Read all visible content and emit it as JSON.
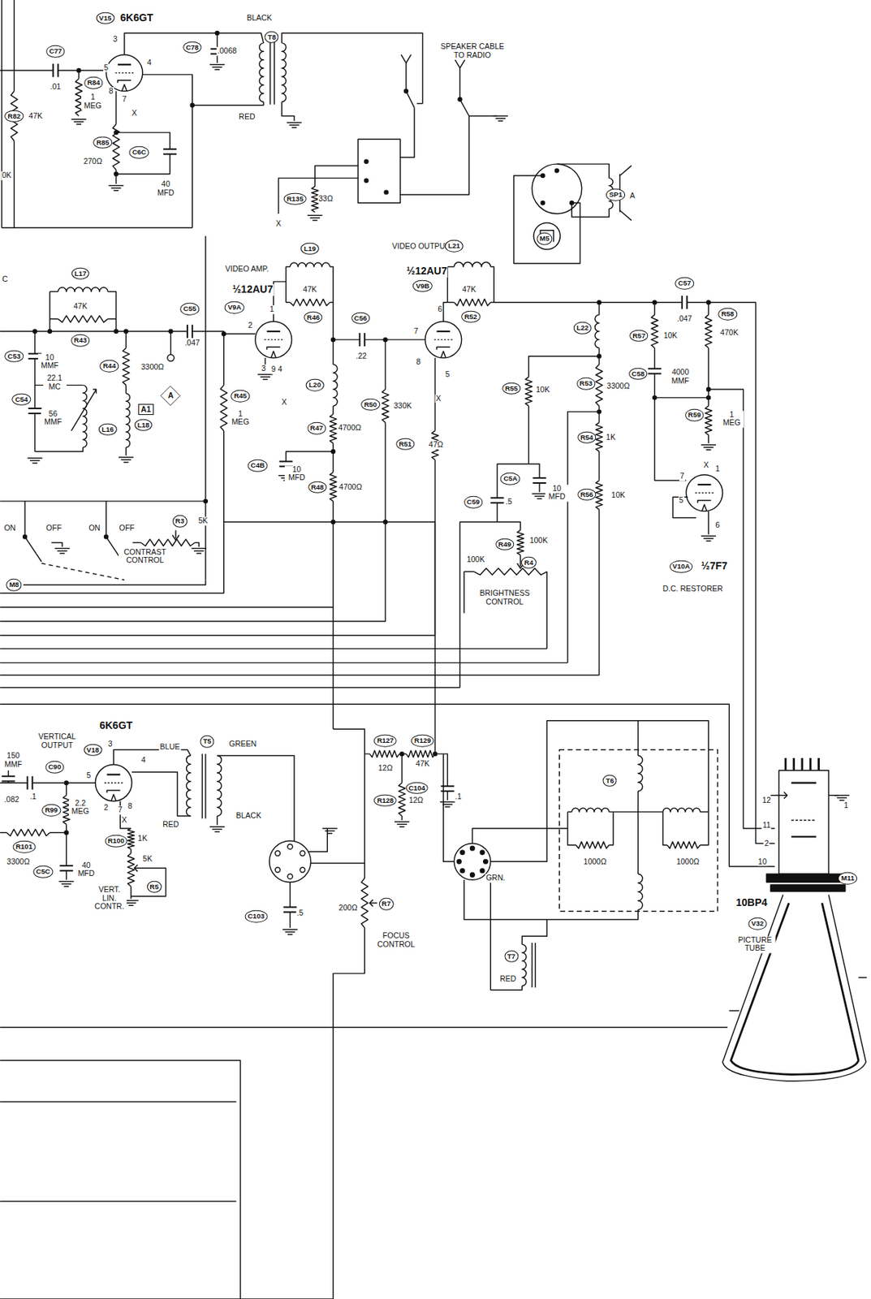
{
  "diagram": {
    "nodes": [
      {
        "text": [
          "A1"
        ]
      },
      {
        "text": [
          "A"
        ]
      }
    ],
    "labels": [
      "V15",
      "6K6GT",
      "BLACK",
      "T8",
      "C77",
      "C78",
      ".0068",
      ".01",
      "3",
      "5",
      "4",
      "8",
      "7",
      "X",
      "R84",
      "1 MEG",
      "R82",
      "47K",
      "0K",
      "R85",
      "270Ω",
      "C6C",
      "40 MFD",
      "RED",
      "SPEAKER CABLE TO RADIO",
      "R135",
      "33Ω",
      "X",
      "SP1",
      "A",
      "M5",
      "C",
      "L17",
      "47K",
      "R43",
      "C53",
      "10 MMF",
      "22.1 MC",
      "C54",
      "56 MMF",
      "L16",
      "R44",
      "3300Ω",
      "L18",
      "C55",
      ".047",
      "VIDEO AMP.",
      "½12AU7",
      "V9A",
      "L19",
      "47K",
      "R46",
      "1",
      "2",
      "3",
      "9",
      "4",
      "X",
      "C56",
      ".22",
      "R45",
      "1 MEG",
      "L20",
      "R47",
      "4700Ω",
      "R50",
      "330K",
      "C4B",
      "10 MFD",
      "R48",
      "4700Ω",
      "R51",
      "47Ω",
      "VIDEO OUTPUT",
      "½12AU7",
      "V9B",
      "L21",
      "47K",
      "R52",
      "6",
      "7",
      "8",
      "5",
      "X",
      "L22",
      "R55",
      "10K",
      "R53",
      "3300Ω",
      "R54",
      "1K",
      "C5A",
      "10 MFD",
      "C59",
      ".5",
      "R56",
      "10K",
      "R49",
      "100K",
      "100K",
      "R4",
      "BRIGHTNESS CONTROL",
      "C57",
      ".047",
      "R58",
      "470K",
      "R57",
      "10K",
      "C58",
      "4000 MMF",
      "R59",
      "1 MEG",
      "X",
      "1",
      "7",
      "5",
      "6",
      "V10A",
      "½7F7",
      "D.C. RESTORER",
      "ON",
      "OFF",
      "ON",
      "OFF",
      "R3",
      "5K",
      "CONTRAST CONTROL",
      "M8",
      "6K6GT",
      "VERTICAL OUTPUT",
      "V18",
      "150 MMF",
      "C90",
      ".1",
      ".082",
      "R99",
      "2.2 MEG",
      "R101",
      "3300Ω",
      "C5C",
      "40 MFD",
      "R100",
      "1K",
      "5K",
      "R5",
      "VERT. LIN. CONTR.",
      "3",
      "4",
      "5",
      "2",
      "7",
      "8",
      "X",
      "BLUE",
      "T5",
      "GREEN",
      "RED",
      "BLACK",
      "R127",
      "12Ω",
      "R129",
      "47K",
      "C104",
      ".1",
      "R128",
      "12Ω",
      "C103",
      ".5",
      "200Ω",
      "R7",
      "FOCUS CONTROL",
      "T6",
      "1000Ω",
      "1000Ω",
      "GRN.",
      "T7",
      "RED",
      "12",
      "1",
      "11",
      "2",
      "10",
      "M11",
      "10BP4",
      "V32",
      "PICTURE TUBE"
    ]
  }
}
